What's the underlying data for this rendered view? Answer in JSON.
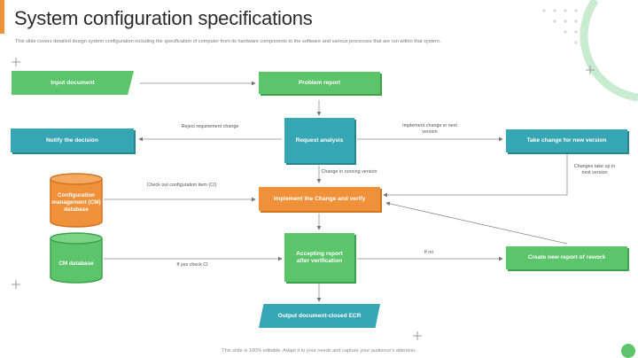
{
  "header": {
    "title": "System configuration specifications",
    "subtitle": "This slide covers detailed design system configuration including the specification of computer from its hardware components to the software and various processes that are run within that system."
  },
  "footer": {
    "text": "This slide is 100% editable. Adapt it to your needs and capture your audience's attention."
  },
  "nodes": {
    "input_document": "Input document",
    "problem_report": "Problem report",
    "notify_decision": "Notify the decision",
    "request_analysis": "Request analysis",
    "take_change": "Take change for new version",
    "cm_database_config": "Configuration management (CM) database",
    "implement_change": "Implement the Change and verify",
    "cm_database": "CM database",
    "accepting_report": "Accepting report after verification",
    "create_report": "Create new report of rework",
    "output_document": "Output document-closed ECR"
  },
  "edge_labels": {
    "reject": "Reject requirement change",
    "implement_next": "Implement change in next version",
    "change_running": "Change in running version",
    "check_out": "Check out configuration item (CI)",
    "changes_next": "Changes take up in next version",
    "if_yes": "If yes check CI",
    "if_no": "If no"
  },
  "colors": {
    "green": "#5cc46a",
    "teal": "#37a6b4",
    "orange": "#f0913a",
    "accent": "#f0913a"
  }
}
